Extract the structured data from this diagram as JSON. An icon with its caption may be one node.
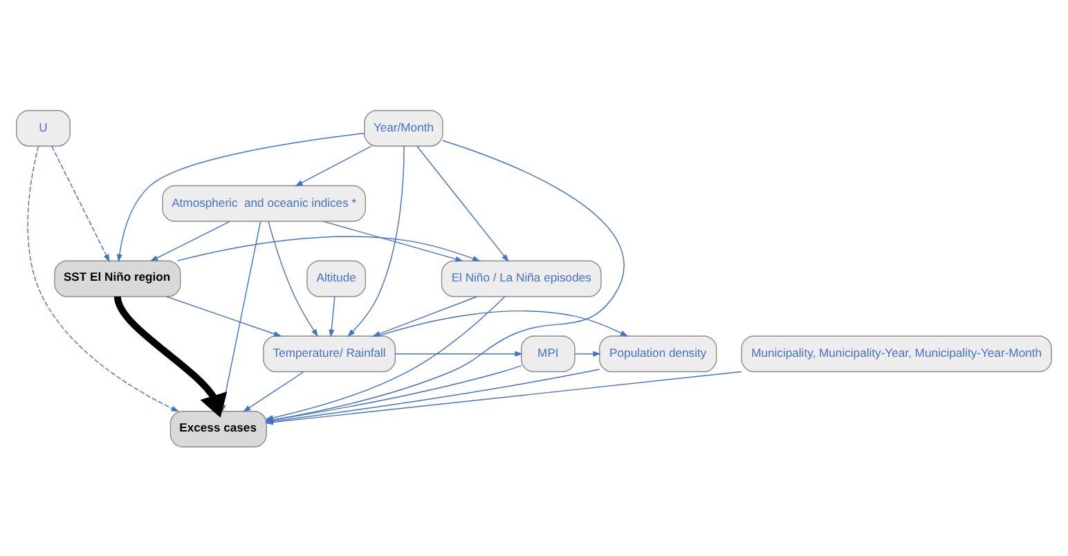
{
  "diagram": {
    "nodes": [
      {
        "text": [
          "Year/Month"
        ]
      },
      {
        "text": [
          "Atmospheric  and oceanic indices *"
        ]
      },
      {
        "text": [
          "U"
        ]
      },
      {
        "text": [
          "SST El Niño region"
        ]
      },
      {
        "text": [
          "El Niño / La Niña episodes"
        ]
      },
      {
        "text": [
          "Altitude"
        ]
      },
      {
        "text": [
          "Temperature/ Rainfall"
        ]
      },
      {
        "text": [
          "MPI"
        ]
      },
      {
        "text": [
          "Population density"
        ]
      },
      {
        "text": [
          "Municipality, Municipality-Year, Municipality-Year-Month"
        ]
      },
      {
        "text": [
          "Excess cases"
        ]
      }
    ],
    "edges": [
      {
        "from": 0,
        "to": 1,
        "arrow": "to"
      },
      {
        "from": 0,
        "to": 3,
        "arrow": "to"
      },
      {
        "from": 0,
        "to": 4,
        "arrow": "to"
      },
      {
        "from": 0,
        "to": 6,
        "arrow": "to"
      },
      {
        "from": 0,
        "to": 10,
        "arrow": "to"
      },
      {
        "from": 1,
        "to": 3,
        "arrow": "to"
      },
      {
        "from": 1,
        "to": 4,
        "arrow": "to"
      },
      {
        "from": 1,
        "to": 6,
        "arrow": "to"
      },
      {
        "from": 1,
        "to": 10,
        "arrow": "to"
      },
      {
        "from": 2,
        "to": 3,
        "arrow": "to",
        "style": "dashed"
      },
      {
        "from": 2,
        "to": 10,
        "arrow": "to",
        "style": "dashed"
      },
      {
        "from": 3,
        "to": 4,
        "arrow": "to"
      },
      {
        "from": 3,
        "to": 6,
        "arrow": "to"
      },
      {
        "from": 3,
        "to": 10,
        "arrow": "to",
        "style": "thick",
        "color": "#000000"
      },
      {
        "from": 4,
        "to": 6,
        "arrow": "to"
      },
      {
        "from": 4,
        "to": 10,
        "arrow": "to"
      },
      {
        "from": 5,
        "to": 6,
        "arrow": "to"
      },
      {
        "from": 6,
        "to": 7,
        "arrow": "to"
      },
      {
        "from": 6,
        "to": 8,
        "arrow": "to"
      },
      {
        "from": 6,
        "to": 10,
        "arrow": "to"
      },
      {
        "from": 7,
        "to": 8,
        "arrow": "to"
      },
      {
        "from": 7,
        "to": 10,
        "arrow": "to"
      },
      {
        "from": 8,
        "to": 10,
        "arrow": "to"
      },
      {
        "from": 9,
        "to": 10,
        "arrow": "to"
      }
    ]
  }
}
